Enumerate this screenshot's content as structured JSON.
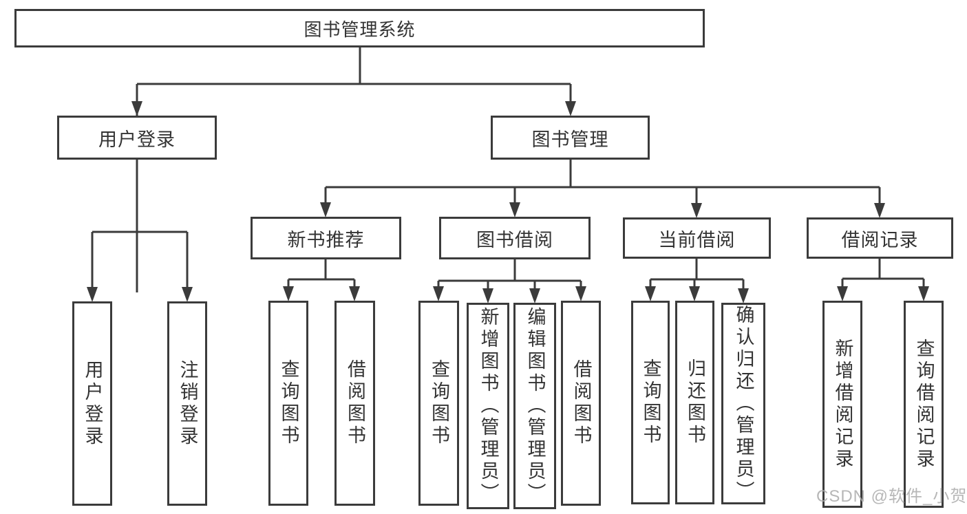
{
  "root": {
    "label": "图书管理系统"
  },
  "level2": [
    {
      "label": "用户登录"
    },
    {
      "label": "图书管理"
    }
  ],
  "level3": [
    {
      "label": "新书推荐"
    },
    {
      "label": "图书借阅"
    },
    {
      "label": "当前借阅"
    },
    {
      "label": "借阅记录"
    }
  ],
  "leaves": [
    {
      "label": "用户登录"
    },
    {
      "label": "注销登录"
    },
    {
      "label": "查询图书"
    },
    {
      "label": "借阅图书"
    },
    {
      "label": "查询图书"
    },
    {
      "label": "新增图书（管理员）"
    },
    {
      "label": "编辑图书（管理员）"
    },
    {
      "label": "借阅图书"
    },
    {
      "label": "查询图书"
    },
    {
      "label": "归还图书"
    },
    {
      "label": "确认归还（管理员）"
    },
    {
      "label": "新增借阅记录"
    },
    {
      "label": "查询借阅记录"
    }
  ],
  "watermark": "CSDN @软件_小贺同学",
  "colors": {
    "line": "#3b3b3b",
    "ink": "#333333",
    "wm": "#ababab",
    "bg": "#ffffff"
  }
}
